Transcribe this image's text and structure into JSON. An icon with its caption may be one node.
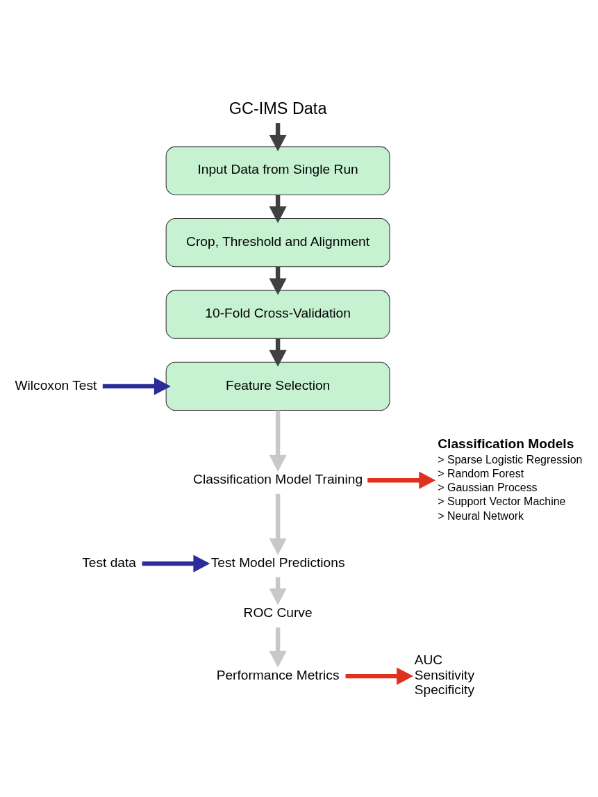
{
  "diagram": {
    "nodes": [
      {
        "text": [
          "GC-IMS Data"
        ]
      },
      {
        "text": [
          "Input Data from Single Run"
        ]
      },
      {
        "text": [
          "Crop, Threshold and Alignment"
        ]
      },
      {
        "text": [
          "10-Fold Cross-Validation"
        ]
      },
      {
        "text": [
          "Feature Selection"
        ]
      },
      {
        "text": [
          "Wilcoxon Test"
        ]
      },
      {
        "text": [
          "Classification Model Training"
        ]
      },
      {
        "text": [
          "Classification Models",
          "> Sparse Logistic Regression",
          "> Random Forest",
          "> Gaussian Process",
          "> Support Vector Machine",
          "> Neural Network"
        ]
      },
      {
        "text": [
          "Test Model Predictions"
        ]
      },
      {
        "text": [
          "Test data"
        ]
      },
      {
        "text": [
          "ROC Curve"
        ]
      },
      {
        "text": [
          "Performance Metrics"
        ]
      },
      {
        "text": [
          "AUC",
          "Sensitivity",
          "Specificity"
        ]
      }
    ],
    "edges": [
      {
        "from": 0,
        "to": 1,
        "arrow": "to"
      },
      {
        "from": 1,
        "to": 2,
        "arrow": "to"
      },
      {
        "from": 2,
        "to": 3,
        "arrow": "to"
      },
      {
        "from": 3,
        "to": 4,
        "arrow": "to"
      },
      {
        "from": 5,
        "to": 4,
        "arrow": "to",
        "color": "#2b2b9a"
      },
      {
        "from": 4,
        "to": 6,
        "arrow": "to",
        "color": "#c8c8c8"
      },
      {
        "from": 6,
        "to": 7,
        "arrow": "to",
        "color": "#e03020"
      },
      {
        "from": 6,
        "to": 8,
        "arrow": "to",
        "color": "#c8c8c8"
      },
      {
        "from": 9,
        "to": 8,
        "arrow": "to",
        "color": "#2b2b9a"
      },
      {
        "from": 8,
        "to": 10,
        "arrow": "to",
        "color": "#c8c8c8"
      },
      {
        "from": 10,
        "to": 11,
        "arrow": "to",
        "color": "#c8c8c8"
      },
      {
        "from": 11,
        "to": 12,
        "arrow": "to",
        "color": "#e03020"
      }
    ]
  }
}
